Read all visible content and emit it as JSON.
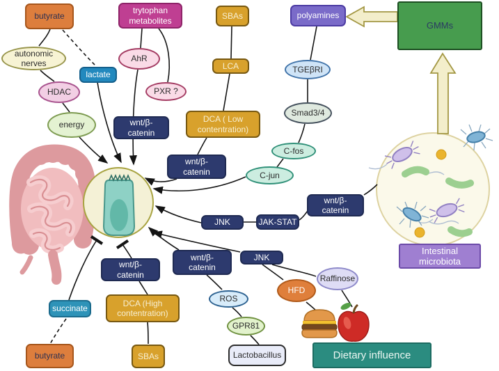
{
  "nodes": {
    "butyrate": {
      "label": "butyrate"
    },
    "tryptophan_metabolites": {
      "line1": "trytophan",
      "line2": "metabolites"
    },
    "sbas": {
      "label": "SBAs"
    },
    "polyamines": {
      "label": "polyamines"
    },
    "gmms": {
      "label": "GMMs"
    },
    "autonomic_nerves": {
      "line1": "autonomic",
      "line2": "nerves"
    },
    "lactate": {
      "label": "lactate"
    },
    "ahr": {
      "label": "AhR"
    },
    "pxr": {
      "label": "PXR ?"
    },
    "hdac": {
      "label": "HDAC"
    },
    "energy": {
      "label": "energy"
    },
    "lca": {
      "label": "LCA"
    },
    "dca_low": {
      "line1": "DCA ( Low",
      "line2": "contentration)"
    },
    "dca_high": {
      "line1": "DCA (High",
      "line2": "contentration)"
    },
    "tgfbri": {
      "label": "TGEβRI"
    },
    "smad34": {
      "label": "Smad3/4"
    },
    "cfos": {
      "label": "C-fos"
    },
    "cjun": {
      "label": "C-jun"
    },
    "wnt_b_catenin": {
      "line1": "wnt/β-",
      "line2": "catenin"
    },
    "jnk": {
      "label": "JNK"
    },
    "jak_stat": {
      "label": "JAK-STAT"
    },
    "succinate": {
      "label": "succinate"
    },
    "ros": {
      "label": "ROS"
    },
    "gpr81": {
      "label": "GPR81"
    },
    "lactobacillus": {
      "label": "Lactobacillus"
    },
    "hfd": {
      "label": "HFD"
    },
    "raffinose": {
      "label": "Raffinose"
    },
    "dietary_influence": {
      "label": "Dietary influence"
    },
    "intestinal_microbiota": {
      "line1": "Intestinal",
      "line2": "microbiota"
    }
  },
  "icons": {
    "intestine_illustration": "large-and-small-intestine-drawing",
    "epithelial_cell_illustration": "columnar-epithelial-cell-in-circle",
    "gut_bacteria_illustration": "bacteria-microbes-in-circle",
    "hamburger_icon": "hamburger",
    "apple_icon": "red-apple",
    "block_arrow_left_icon": "hollow-block-arrow-left",
    "block_arrow_up_icon": "hollow-block-arrow-up"
  },
  "colors": {
    "substrate_orange": "#dd7e3d",
    "metabolite_magenta": "#bf3f92",
    "bile_acid_mustard": "#d8a12c",
    "polyamine_purple": "#7a6bc9",
    "gmms_green": "#479c4e",
    "pathway_navy": "#2d3a6e",
    "lactate_blue": "#2289be",
    "dietary_teal": "#2b8c80",
    "microbiota_purple": "#9f7fd1",
    "connector_black": "#141414",
    "block_arrow_cream": "#f3eecb"
  }
}
